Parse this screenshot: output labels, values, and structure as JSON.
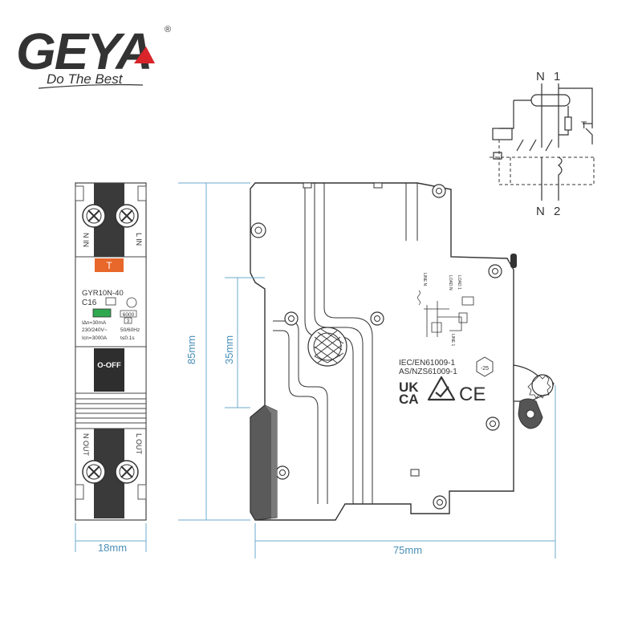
{
  "brand": {
    "logo_text": "GEYA",
    "registered": "®",
    "tagline": "Do The Best",
    "colors": {
      "logo": "#333333",
      "accent": "#d9242a"
    }
  },
  "front_view": {
    "terminal_top_left": "N IN",
    "terminal_top_right": "L IN",
    "test_button": "T",
    "model": "GYR10N-40",
    "rating": "C16",
    "current_class": "6000",
    "class_digit": "3",
    "spec_1": "I∆n=30mA",
    "spec_2": "230/240V~",
    "spec_3": "Icn=3000A",
    "spec_4": "50/60Hz",
    "spec_5": "t≤0.1s",
    "switch_label": "O-OFF",
    "terminal_bottom_left": "N OUT",
    "terminal_bottom_right": "L OUT",
    "colors": {
      "dark": "#3a3a3a",
      "test": "#e8672a",
      "indicator": "#2fa84f"
    }
  },
  "side_view": {
    "standard_1": "IEC/EN61009-1",
    "standard_2": "AS/NZS61009-1",
    "temp_badge": "-25",
    "mark_ukca_1": "UK",
    "mark_ukca_2": "CA",
    "mark_ce": "CE",
    "wiring_labels": [
      "LINE N",
      "LOAD N",
      "LOAD 1",
      "LINE 1"
    ]
  },
  "dimensions": {
    "height": "85mm",
    "window_height": "35mm",
    "width": "18mm",
    "depth": "75mm",
    "color": "#4a8fb8"
  },
  "schematic": {
    "top_left": "N",
    "top_right": "1",
    "bottom_left": "N",
    "bottom_right": "2",
    "test_label": "T"
  }
}
